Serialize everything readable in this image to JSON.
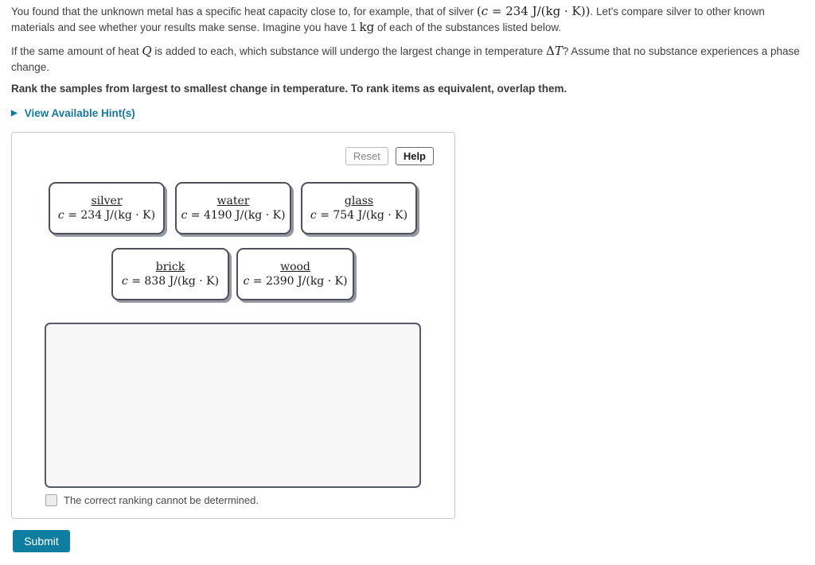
{
  "colors": {
    "accent_teal": "#0e7da0",
    "hint_link": "#17799b",
    "card_border": "#50505c",
    "card_shadow": "#9597a1",
    "drop_area_bg": "#f7f7f8"
  },
  "problem": {
    "p1": [
      {
        "k": "t",
        "v": "You found that the unknown metal has a specific heat capacity close to, for example, that of silver "
      },
      {
        "k": "m",
        "v": "("
      },
      {
        "k": "mi",
        "v": "c"
      },
      {
        "k": "m",
        "v": " = 234 J/(kg · K))"
      },
      {
        "k": "t",
        "v": ". Let's compare silver to other known materials and see whether your results make sense. Imagine you have 1 "
      },
      {
        "k": "m",
        "v": "kg"
      },
      {
        "k": "t",
        "v": " of each of the substances listed below."
      }
    ],
    "p2": [
      {
        "k": "t",
        "v": "If the same amount of heat "
      },
      {
        "k": "mi",
        "v": "Q"
      },
      {
        "k": "t",
        "v": " is added to each, which substance will undergo the largest change in temperature "
      },
      {
        "k": "m",
        "v": "Δ"
      },
      {
        "k": "mi",
        "v": "T"
      },
      {
        "k": "t",
        "v": "? Assume that no substance experiences a phase change."
      }
    ],
    "instruction": "Rank the samples from largest to smallest change in temperature. To rank items as equivalent, overlap them.",
    "hint": {
      "icon": "▶",
      "label": "View Available Hint(s)"
    }
  },
  "panel": {
    "reset_label": "Reset",
    "help_label": "Help",
    "cards": [
      {
        "name": "silver",
        "formula_var": "c",
        "formula_rest": " = 234 J/(kg · K)"
      },
      {
        "name": "water",
        "formula_var": "c",
        "formula_rest": " = 4190 J/(kg · K)"
      },
      {
        "name": "glass",
        "formula_var": "c",
        "formula_rest": " = 754 J/(kg · K)"
      },
      {
        "name": "brick",
        "formula_var": "c",
        "formula_rest": " = 838 J/(kg · K)"
      },
      {
        "name": "wood",
        "formula_var": "c",
        "formula_rest": " = 2390 J/(kg · K)"
      }
    ],
    "checkbox_label": "The correct ranking cannot be determined."
  },
  "submit_label": "Submit"
}
